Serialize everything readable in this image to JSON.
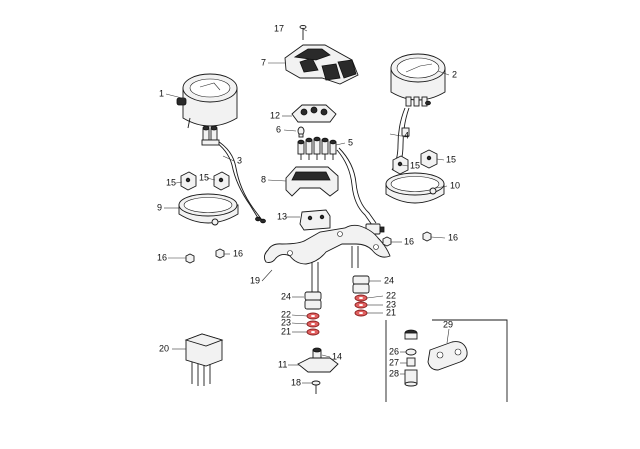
{
  "callouts": {
    "c1": "1",
    "c2": "2",
    "c3": "3",
    "c4": "4",
    "c5": "5",
    "c6": "6",
    "c7": "7",
    "c8": "8",
    "c9": "9",
    "c10": "10",
    "c11": "11",
    "c12": "12",
    "c13": "13",
    "c14": "14",
    "c15a": "15",
    "c15b": "15",
    "c15c": "15",
    "c15d": "15",
    "c16a": "16",
    "c16b": "16",
    "c16c": "16",
    "c16d": "16",
    "c17": "17",
    "c18": "18",
    "c19": "19",
    "c20": "20",
    "c21a": "21",
    "c21b": "21",
    "c22a": "22",
    "c22b": "22",
    "c23a": "23",
    "c23b": "23",
    "c24a": "24",
    "c24b": "24",
    "c26": "26",
    "c27": "27",
    "c28": "28",
    "c29": "29"
  },
  "colors": {
    "line": "#1a1a1a",
    "highlight_washer": "#e06060"
  }
}
